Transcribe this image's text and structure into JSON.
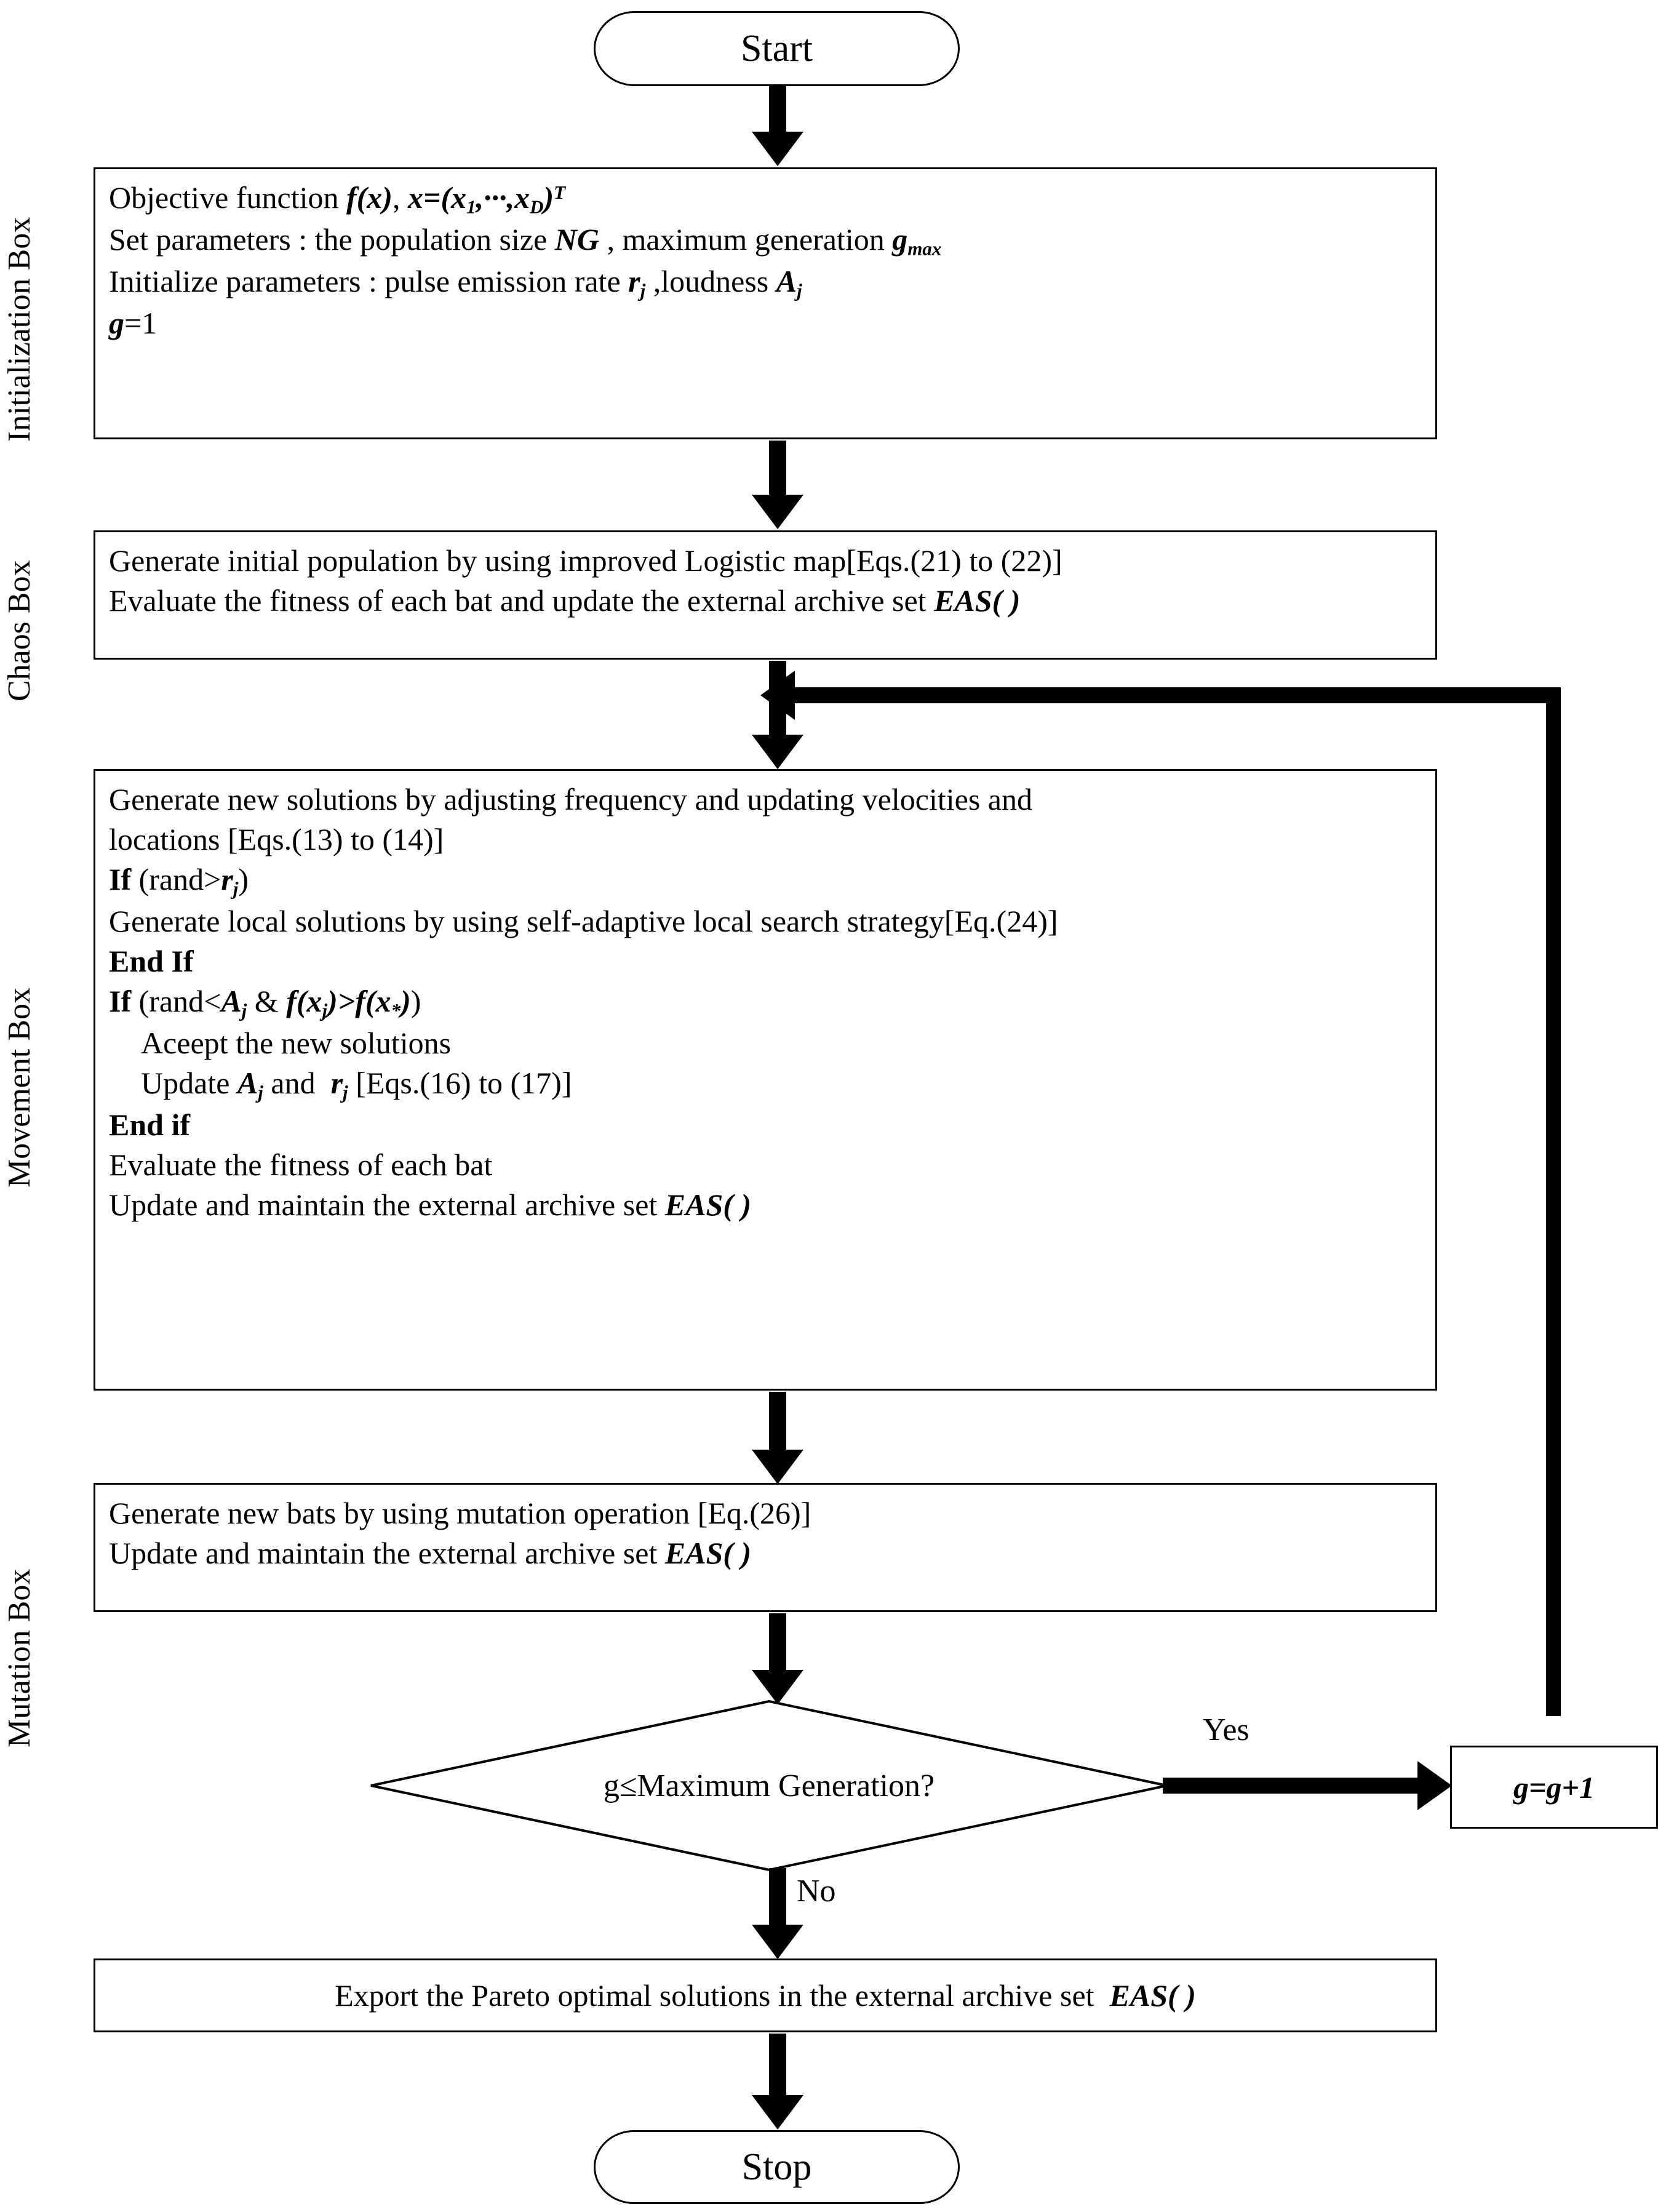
{
  "swimlane_labels": [
    {
      "id": "initialization",
      "text": "Initialization Box"
    },
    {
      "id": "chaos",
      "text": "Chaos Box"
    },
    {
      "id": "movement",
      "text": "Movement Box"
    },
    {
      "id": "mutation",
      "text": "Mutation Box"
    }
  ],
  "nodes": {
    "start": {
      "label": "Start"
    },
    "stop": {
      "label": "Stop"
    },
    "initialization": {
      "lines": [
        "Objective function f(x), x=(x1,···,xD)T",
        "Set parameters : the population size NG , maximum generation gmax",
        "Initialize parameters : pulse emission rate rj ,loudness Aj",
        "g=1"
      ]
    },
    "chaos": {
      "lines": [
        "Generate initial population by using improved Logistic map[Eqs.(21) to (22)]",
        "Evaluate the fitness of each bat and update the external archive set EAS( )"
      ]
    },
    "movement": {
      "lines": [
        "Generate new solutions by adjusting frequency and updating velocities and",
        "locations [Eqs.(13) to (14)]",
        "If (rand>rj)",
        "Generate local solutions by using self-adaptive local search strategy[Eq.(24)]",
        "End If",
        "If (rand<Aj & f(xj)>f(x*))",
        "Aceept the new solutions",
        "Update Aj and  rj [Eqs.(16) to (17)]",
        "End if",
        "Evaluate the fitness of each bat",
        "Update and maintain the external archive set EAS( )"
      ]
    },
    "mutation": {
      "lines": [
        "Generate new bats by using mutation operation [Eq.(26)]",
        "Update and maintain the external archive set EAS( )"
      ]
    },
    "decision": {
      "label": "g≤Maximum Generation?"
    },
    "increment": {
      "label": "g=g+1"
    },
    "export": {
      "label": "Export the Pareto optimal solutions in the external archive set  EAS( )"
    }
  },
  "edge_labels": {
    "yes": "Yes",
    "no": "No"
  },
  "colors": {
    "stroke": "#000000",
    "fill": "#ffffff",
    "text": "#000000"
  }
}
